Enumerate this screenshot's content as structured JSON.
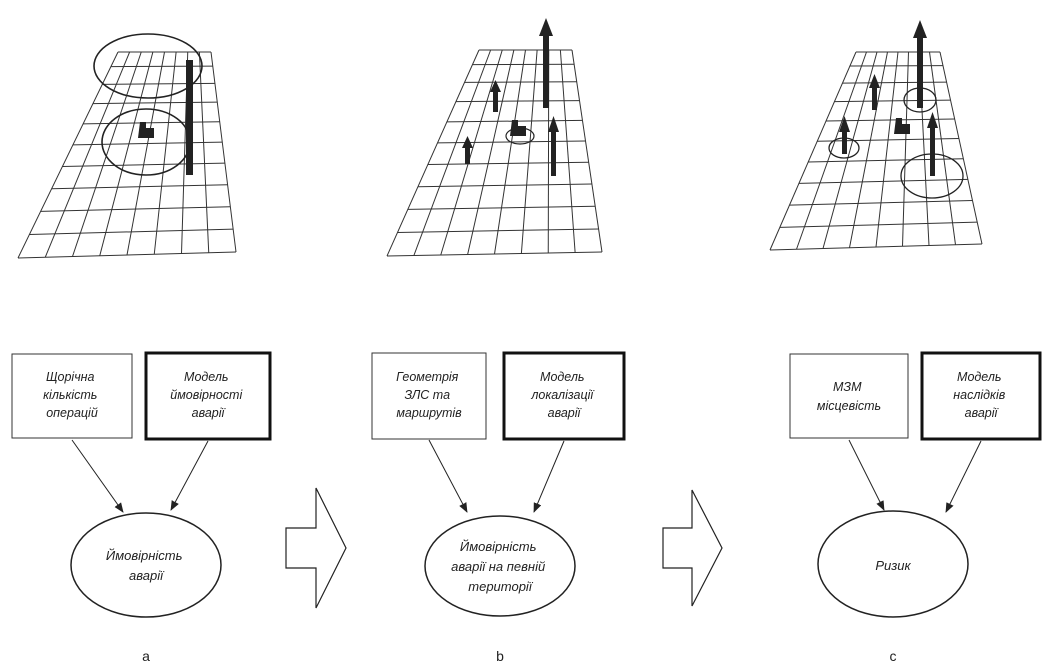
{
  "panels": [
    {
      "id": "a",
      "label": "a",
      "box_left": [
        "Щорічна",
        "кількість",
        "операцій"
      ],
      "box_right": [
        "Модель",
        "ймовірності",
        "аварії"
      ],
      "result": [
        "Ймовірність",
        "аварії"
      ]
    },
    {
      "id": "b",
      "label": "b",
      "box_left": [
        "Геометрія",
        "ЗЛС та",
        "маршрутів"
      ],
      "box_right": [
        "Модель",
        "локалізації",
        "аварії"
      ],
      "result": [
        "Ймовірність",
        "аварії на певній",
        "території"
      ]
    },
    {
      "id": "c",
      "label": "c",
      "box_left": [
        "МЗМ",
        "місцевість"
      ],
      "box_right": [
        "Модель",
        "наслідків",
        "аварії"
      ],
      "result": [
        "Ризик"
      ]
    }
  ],
  "colors": {
    "line": "#222222",
    "grid": "#333333",
    "background": "#ffffff"
  }
}
